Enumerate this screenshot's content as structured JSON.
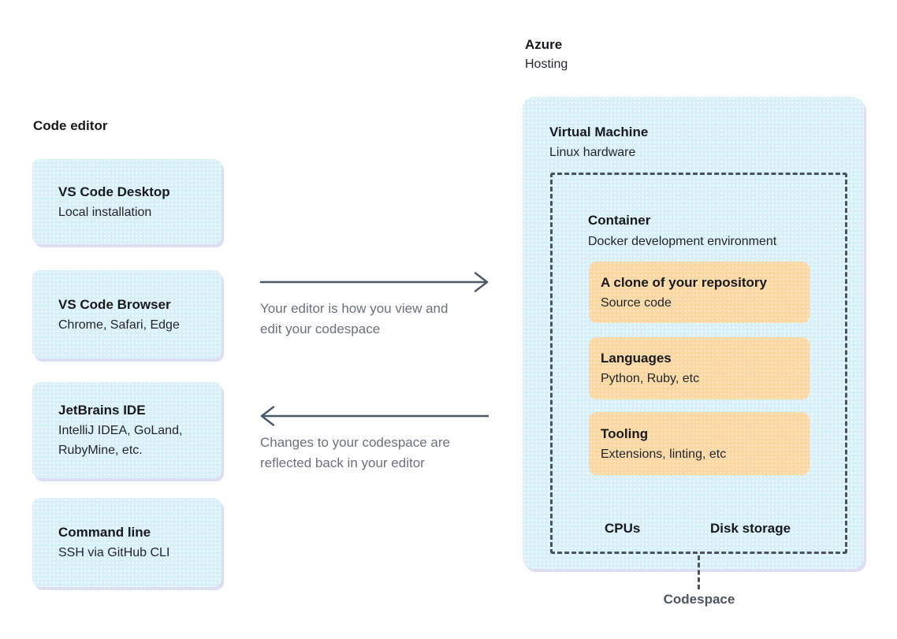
{
  "colors": {
    "editor_box_fill": "#d7f0f8",
    "container_box_fill": "#fbd7a1",
    "box_shadow": "#a7a7e0",
    "dashed_border": "#49525f",
    "arrow": "#4d5865",
    "caption_text": "#6a717c",
    "heading_text": "#17191d",
    "callout_text": "#4d5561"
  },
  "left_column": {
    "heading": "Code editor",
    "boxes": [
      {
        "title": "VS Code Desktop",
        "subtitle": "Local installation"
      },
      {
        "title": "VS Code Browser",
        "subtitle": "Chrome, Safari, Edge"
      },
      {
        "title": "JetBrains IDE",
        "subtitle": "IntelliJ IDEA, GoLand,\nRubyMine, etc."
      },
      {
        "title": "Command line",
        "subtitle": "SSH via GitHub CLI"
      }
    ]
  },
  "flows": {
    "to_codespace": {
      "caption": "Your editor is how you view and\nedit your codespace",
      "direction": "right"
    },
    "to_editor": {
      "caption": "Changes to your codespace are\nreflected back in your editor",
      "direction": "left"
    }
  },
  "hosting": {
    "heading": "Azure",
    "subheading": "Hosting",
    "vm": {
      "title": "Virtual Machine",
      "subtitle": "Linux hardware"
    },
    "container": {
      "title": "Container",
      "subtitle": "Docker development environment",
      "boxes": [
        {
          "title": "A clone of your repository",
          "subtitle": "Source code"
        },
        {
          "title": "Languages",
          "subtitle": "Python, Ruby, etc"
        },
        {
          "title": "Tooling",
          "subtitle": "Extensions, linting, etc"
        }
      ],
      "resources": [
        "CPUs",
        "Disk storage"
      ]
    },
    "callout": "Codespace"
  }
}
